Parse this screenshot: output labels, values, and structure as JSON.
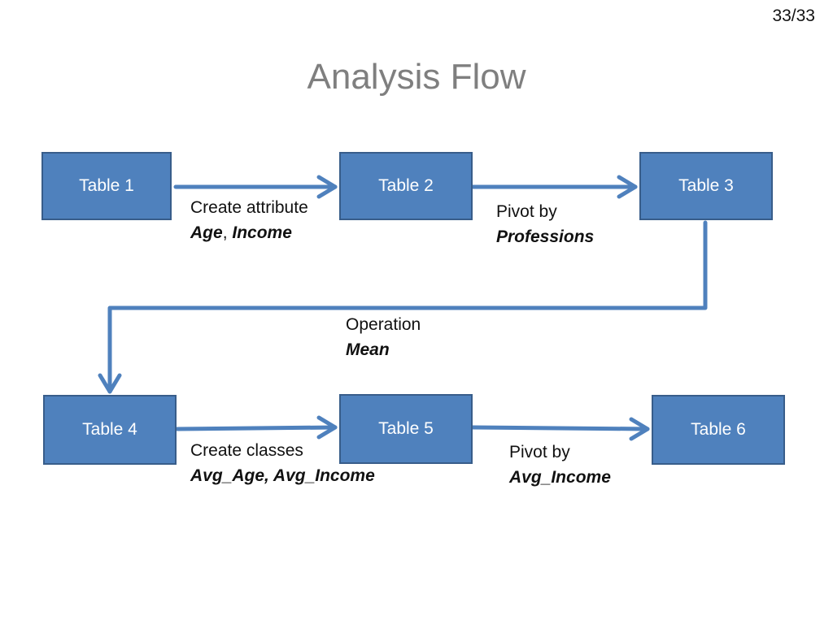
{
  "slide": {
    "page_number": "33/33",
    "title": "Analysis Flow"
  },
  "tables": [
    {
      "label": "Table 1"
    },
    {
      "label": "Table 2"
    },
    {
      "label": "Table 3"
    },
    {
      "label": "Table 4"
    },
    {
      "label": "Table 5"
    },
    {
      "label": "Table 6"
    }
  ],
  "steps": {
    "create_attribute": {
      "line1": "Create attribute",
      "term1": "Age",
      "sep": ", ",
      "term2": "Income"
    },
    "pivot_professions": {
      "line1": "Pivot by",
      "term": "Professions"
    },
    "operation_mean": {
      "line1": "Operation",
      "term": "Mean"
    },
    "create_classes": {
      "line1": "Create classes",
      "term": "Avg_Age, Avg_Income"
    },
    "pivot_avg_income": {
      "line1": "Pivot by",
      "term": "Avg_Income"
    }
  },
  "colors": {
    "box_fill": "#4f81bd",
    "box_border": "#385d8a",
    "connector": "#4f81bd",
    "title": "#7f7f7f"
  }
}
